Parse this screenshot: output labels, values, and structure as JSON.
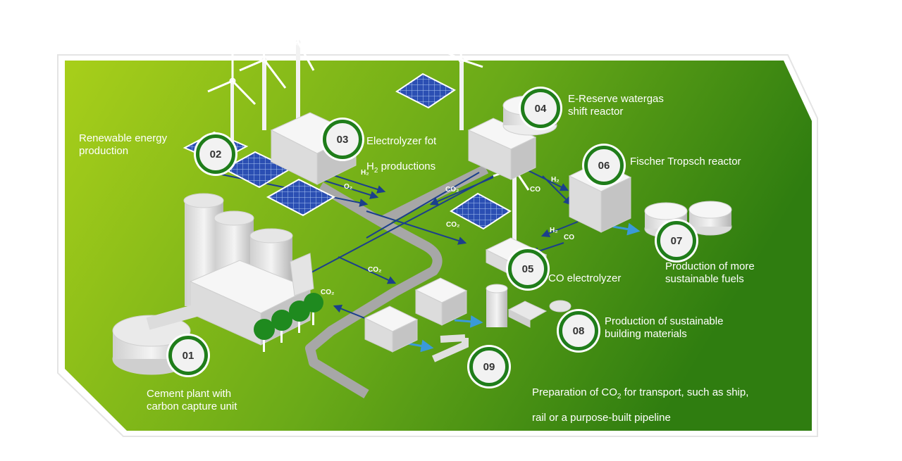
{
  "colors": {
    "panel_light": "#a8cf1a",
    "panel_dark": "#2f7d10",
    "badge_ring": "#1f7d1a",
    "pipe": "#1b3f8c",
    "arrow_light": "#3a9ad9",
    "road": "#a7a7a7"
  },
  "steps": [
    {
      "num": "01",
      "label": "Cement plant with\ncarbon capture unit"
    },
    {
      "num": "02",
      "label": "Renewable energy\nproduction"
    },
    {
      "num": "03",
      "label_line1": "Electrolyzer fot",
      "label_line2_prefix": "H",
      "label_line2_sub": "2",
      "label_line2_suffix": " productions"
    },
    {
      "num": "04",
      "label": "E-Reserve watergas\nshift reactor"
    },
    {
      "num": "05",
      "label": "CO electrolyzer"
    },
    {
      "num": "06",
      "label": "Fischer Tropsch reactor"
    },
    {
      "num": "07",
      "label": "Production of more\nsustainable fuels"
    },
    {
      "num": "08",
      "label": "Production of sustainable\nbuilding materials"
    },
    {
      "num": "09",
      "label_line1_prefix": "Preparation of CO",
      "label_line1_sub": "2",
      "label_line1_suffix": " for transport, such as ship,",
      "label_line2": "rail or a purpose-built pipeline"
    }
  ],
  "flow_labels": {
    "h2": "H₂",
    "o2": "O₂",
    "co2": "CO₂",
    "co": "CO"
  }
}
